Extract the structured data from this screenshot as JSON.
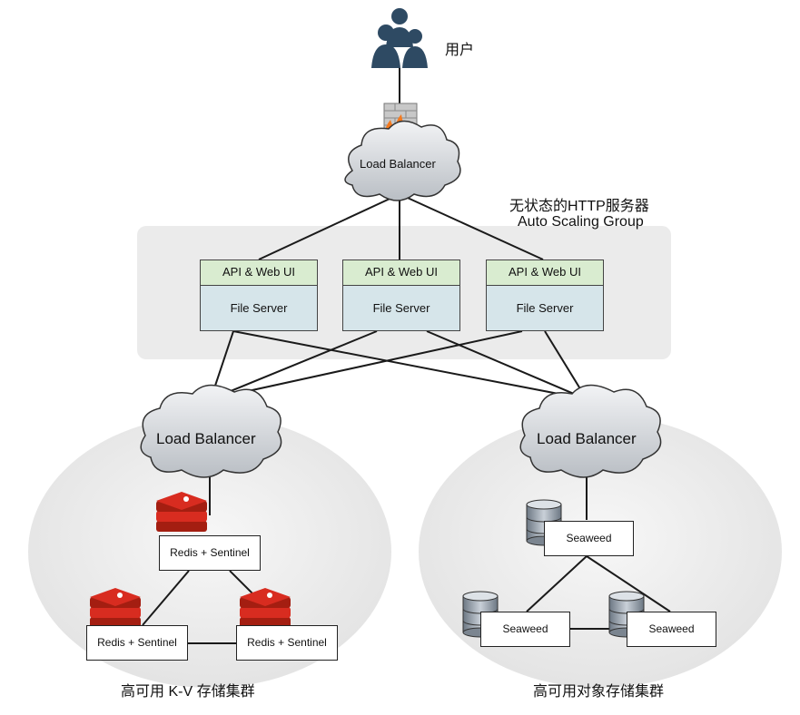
{
  "user": {
    "label": "用户",
    "icon": "users-icon"
  },
  "firewall": {
    "icon": "firewall-icon"
  },
  "top_lb": {
    "label": "Load Balancer",
    "icon": "cloud-icon"
  },
  "asg": {
    "title_line1": "无状态的HTTP服务器",
    "title_line2": "Auto Scaling Group"
  },
  "servers": [
    {
      "api": "API & Web UI",
      "file": "File Server"
    },
    {
      "api": "API & Web UI",
      "file": "File Server"
    },
    {
      "api": "API & Web UI",
      "file": "File Server"
    }
  ],
  "kv_cluster": {
    "lb_label": "Load Balancer",
    "nodes": [
      "Redis + Sentinel",
      "Redis + Sentinel",
      "Redis + Sentinel"
    ],
    "node_icon": "redis-icon",
    "caption": "高可用 K-V 存储集群"
  },
  "obj_cluster": {
    "lb_label": "Load Balancer",
    "nodes": [
      "Seaweed",
      "Seaweed",
      "Seaweed"
    ],
    "node_icon": "database-icon",
    "caption": "高可用对象存储集群"
  },
  "colors": {
    "cloud_fill": "#d4d8dc",
    "asg_bg": "#ebebeb",
    "api_bg": "#d9ecd0",
    "file_bg": "#d6e5ea",
    "redis_red": "#d82c20",
    "user_blue": "#2e4a63"
  }
}
